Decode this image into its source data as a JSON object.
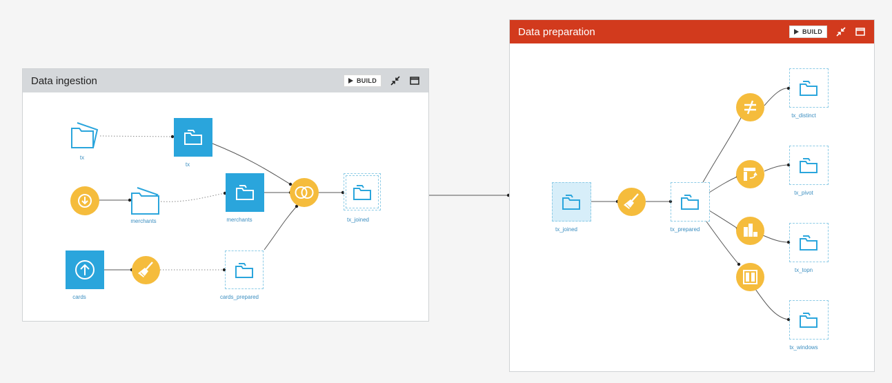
{
  "colors": {
    "ingestion_header": "#d5d8db",
    "preparation_header": "#d23a1d",
    "dataset_blue": "#2aa5dc",
    "recipe_orange": "#f5bc3c",
    "label_blue": "#3b8ec0"
  },
  "ingestion_zone": {
    "title": "Data ingestion",
    "build_label": "BUILD",
    "icons": [
      "shrink-arrows-icon",
      "window-maximize-icon"
    ]
  },
  "preparation_zone": {
    "title": "Data preparation",
    "build_label": "BUILD",
    "icons": [
      "shrink-arrows-icon",
      "window-maximize-icon"
    ]
  },
  "nodes": {
    "tx_folder": {
      "label": "tx",
      "icon": "managed-folder-icon"
    },
    "tx_dataset": {
      "label": "tx",
      "icon": "folder-dataset-icon"
    },
    "download_recipe": {
      "icon": "download-recipe-icon"
    },
    "merchants_folder": {
      "label": "merchants",
      "icon": "managed-folder-icon"
    },
    "merchants_dataset": {
      "label": "merchants",
      "icon": "folder-dataset-icon"
    },
    "join_recipe": {
      "icon": "join-recipe-icon"
    },
    "tx_joined_out": {
      "label": "tx_joined",
      "icon": "folder-dataset-icon"
    },
    "cards_upload": {
      "label": "cards",
      "icon": "upload-dataset-icon"
    },
    "prepare_recipe_1": {
      "icon": "broom-icon"
    },
    "cards_prepared": {
      "label": "cards_prepared",
      "icon": "folder-dataset-icon"
    },
    "tx_joined_in": {
      "label": "tx_joined",
      "icon": "folder-dataset-icon"
    },
    "prepare_recipe_2": {
      "icon": "broom-icon"
    },
    "tx_prepared": {
      "label": "tx_prepared",
      "icon": "folder-dataset-icon"
    },
    "distinct_recipe": {
      "icon": "not-equal-icon"
    },
    "pivot_recipe": {
      "icon": "pivot-icon"
    },
    "topn_recipe": {
      "icon": "topn-icon"
    },
    "window_recipe": {
      "icon": "window-icon"
    },
    "tx_distinct": {
      "label": "tx_distinct",
      "icon": "folder-dataset-icon"
    },
    "tx_pivot": {
      "label": "tx_pivot",
      "icon": "folder-dataset-icon"
    },
    "tx_topn": {
      "label": "tx_topn",
      "icon": "folder-dataset-icon"
    },
    "tx_windows": {
      "label": "tx_windows",
      "icon": "folder-dataset-icon"
    }
  }
}
